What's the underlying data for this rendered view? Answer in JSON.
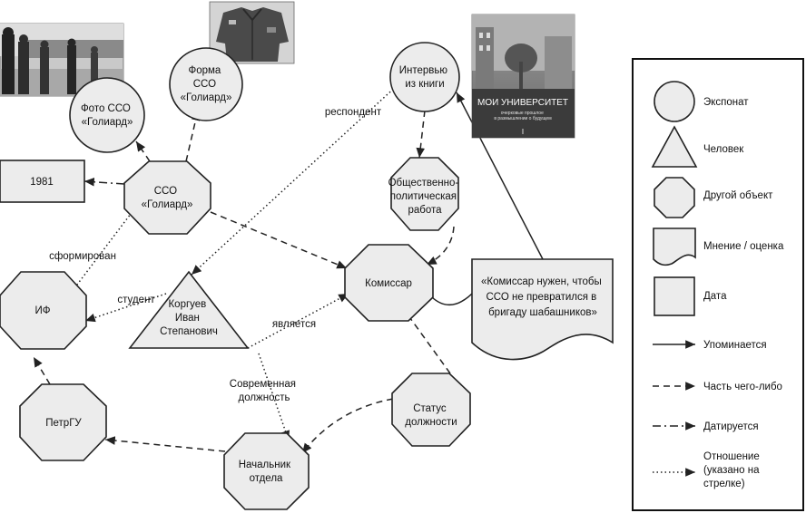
{
  "nodes": {
    "foto_sso": [
      "Фото ССО",
      "«Голиард»"
    ],
    "forma_sso": [
      "Форма",
      "ССО",
      "«Голиард»"
    ],
    "interview": [
      "Интервью",
      "из книги"
    ],
    "year_1981": [
      "1981"
    ],
    "sso_goliard": [
      "ССО",
      "«Голиард»"
    ],
    "obshch_rabota": [
      "Общественно-",
      "политическая",
      "работа"
    ],
    "komissar": [
      "Комиссар"
    ],
    "opinion": [
      "«Комиссар нужен, чтобы",
      "ССО не превратился в",
      "бригаду шабашников»"
    ],
    "if": [
      "ИФ"
    ],
    "korguev": [
      "Коргуев",
      "Иван",
      "Степанович"
    ],
    "petrgu": [
      "ПетрГУ"
    ],
    "status": [
      "Статус",
      "должности"
    ],
    "nachalnik": [
      "Начальник",
      "отдела"
    ]
  },
  "edge_labels": {
    "respondent": [
      "респондент"
    ],
    "sformirovan": [
      "сформирован"
    ],
    "student": [
      "студент"
    ],
    "yavlyaetsya": [
      "является"
    ],
    "sovremennaya": [
      "Современная",
      "должность"
    ]
  },
  "book_cover": {
    "title": "МОИ УНИВЕРСИТЕТ",
    "subtitle": [
      "очерковые прошлое",
      "в размышлении о будущем"
    ],
    "volume": "I"
  },
  "legend": {
    "shapes": [
      {
        "key": "circle",
        "icon": "circle-icon",
        "label": "Экспонат"
      },
      {
        "key": "triangle",
        "icon": "triangle-icon",
        "label": "Человек"
      },
      {
        "key": "octagon",
        "icon": "octagon-icon",
        "label": "Другой объект"
      },
      {
        "key": "wave",
        "icon": "document-wave-icon",
        "label": "Мнение / оценка"
      },
      {
        "key": "square",
        "icon": "square-icon",
        "label": "Дата"
      }
    ],
    "lines": [
      {
        "style": "solid",
        "label": [
          "Упоминается"
        ]
      },
      {
        "style": "dashed",
        "label": [
          "Часть чего-либо"
        ]
      },
      {
        "style": "dashdot",
        "label": [
          "Датируется"
        ]
      },
      {
        "style": "dotted",
        "label": [
          "Отношение",
          "(указано на",
          "стрелке)"
        ]
      }
    ]
  },
  "colors": {
    "node_fill": "#ececec",
    "stroke": "#222222",
    "background": "#ffffff"
  }
}
